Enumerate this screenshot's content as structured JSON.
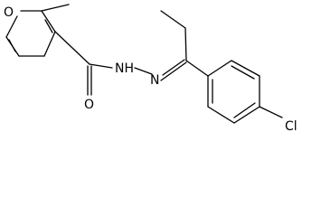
{
  "molecule": {
    "atoms": {
      "furan_oxygen": "O",
      "carbonyl_oxygen": "O",
      "amide_nh": "NH",
      "hydrazone_n": "N",
      "chlorine": "Cl"
    }
  },
  "colors": {
    "bond": "#000000",
    "label": "#000000",
    "background": "#ffffff"
  }
}
